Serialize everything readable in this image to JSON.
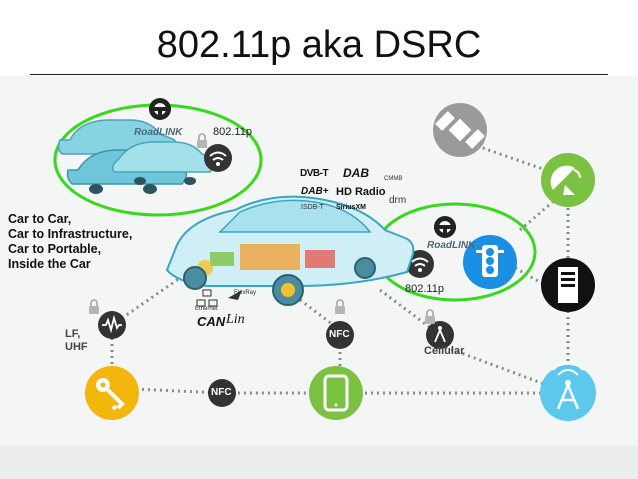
{
  "title": "802.11p aka DSRC",
  "left_group": {
    "brand": "RoadLINK",
    "wifi_label": "802.11p"
  },
  "right_group": {
    "brand": "RoadLINK",
    "wifi_label": "802.11p"
  },
  "use_cases": [
    "Car to Car,",
    "Car to Infrastructure,",
    "Car to Portable,",
    "Inside the Car"
  ],
  "lf_label": "LF,\nUHF",
  "lf_line1": "LF,",
  "lf_line2": "UHF",
  "cellular_label": "Cellular",
  "nfc_label": "NFC",
  "media_logos": {
    "dvbt": "DVB-T",
    "dab": "DAB",
    "dab_plus": "DAB+",
    "hd_radio": "HD Radio",
    "isdb": "ISDB-T",
    "sirius": "SiriusXM",
    "drm": "drm",
    "cmmb": "CMMB"
  },
  "bus_logos": {
    "ethernet": "Ethernet",
    "flexray": "FlexRay",
    "can": "CAN",
    "lin": "Lin"
  },
  "colors": {
    "green_outline": "#39d81e",
    "gray_icon": "#9a9a9a",
    "dark_icon": "#333333",
    "traffic_blue": "#1a8fe3",
    "lime": "#7cc242",
    "key_yellow": "#f2b60c",
    "antenna_blue": "#5cc8ee",
    "server_black": "#111111",
    "dot_line": "#888888"
  }
}
